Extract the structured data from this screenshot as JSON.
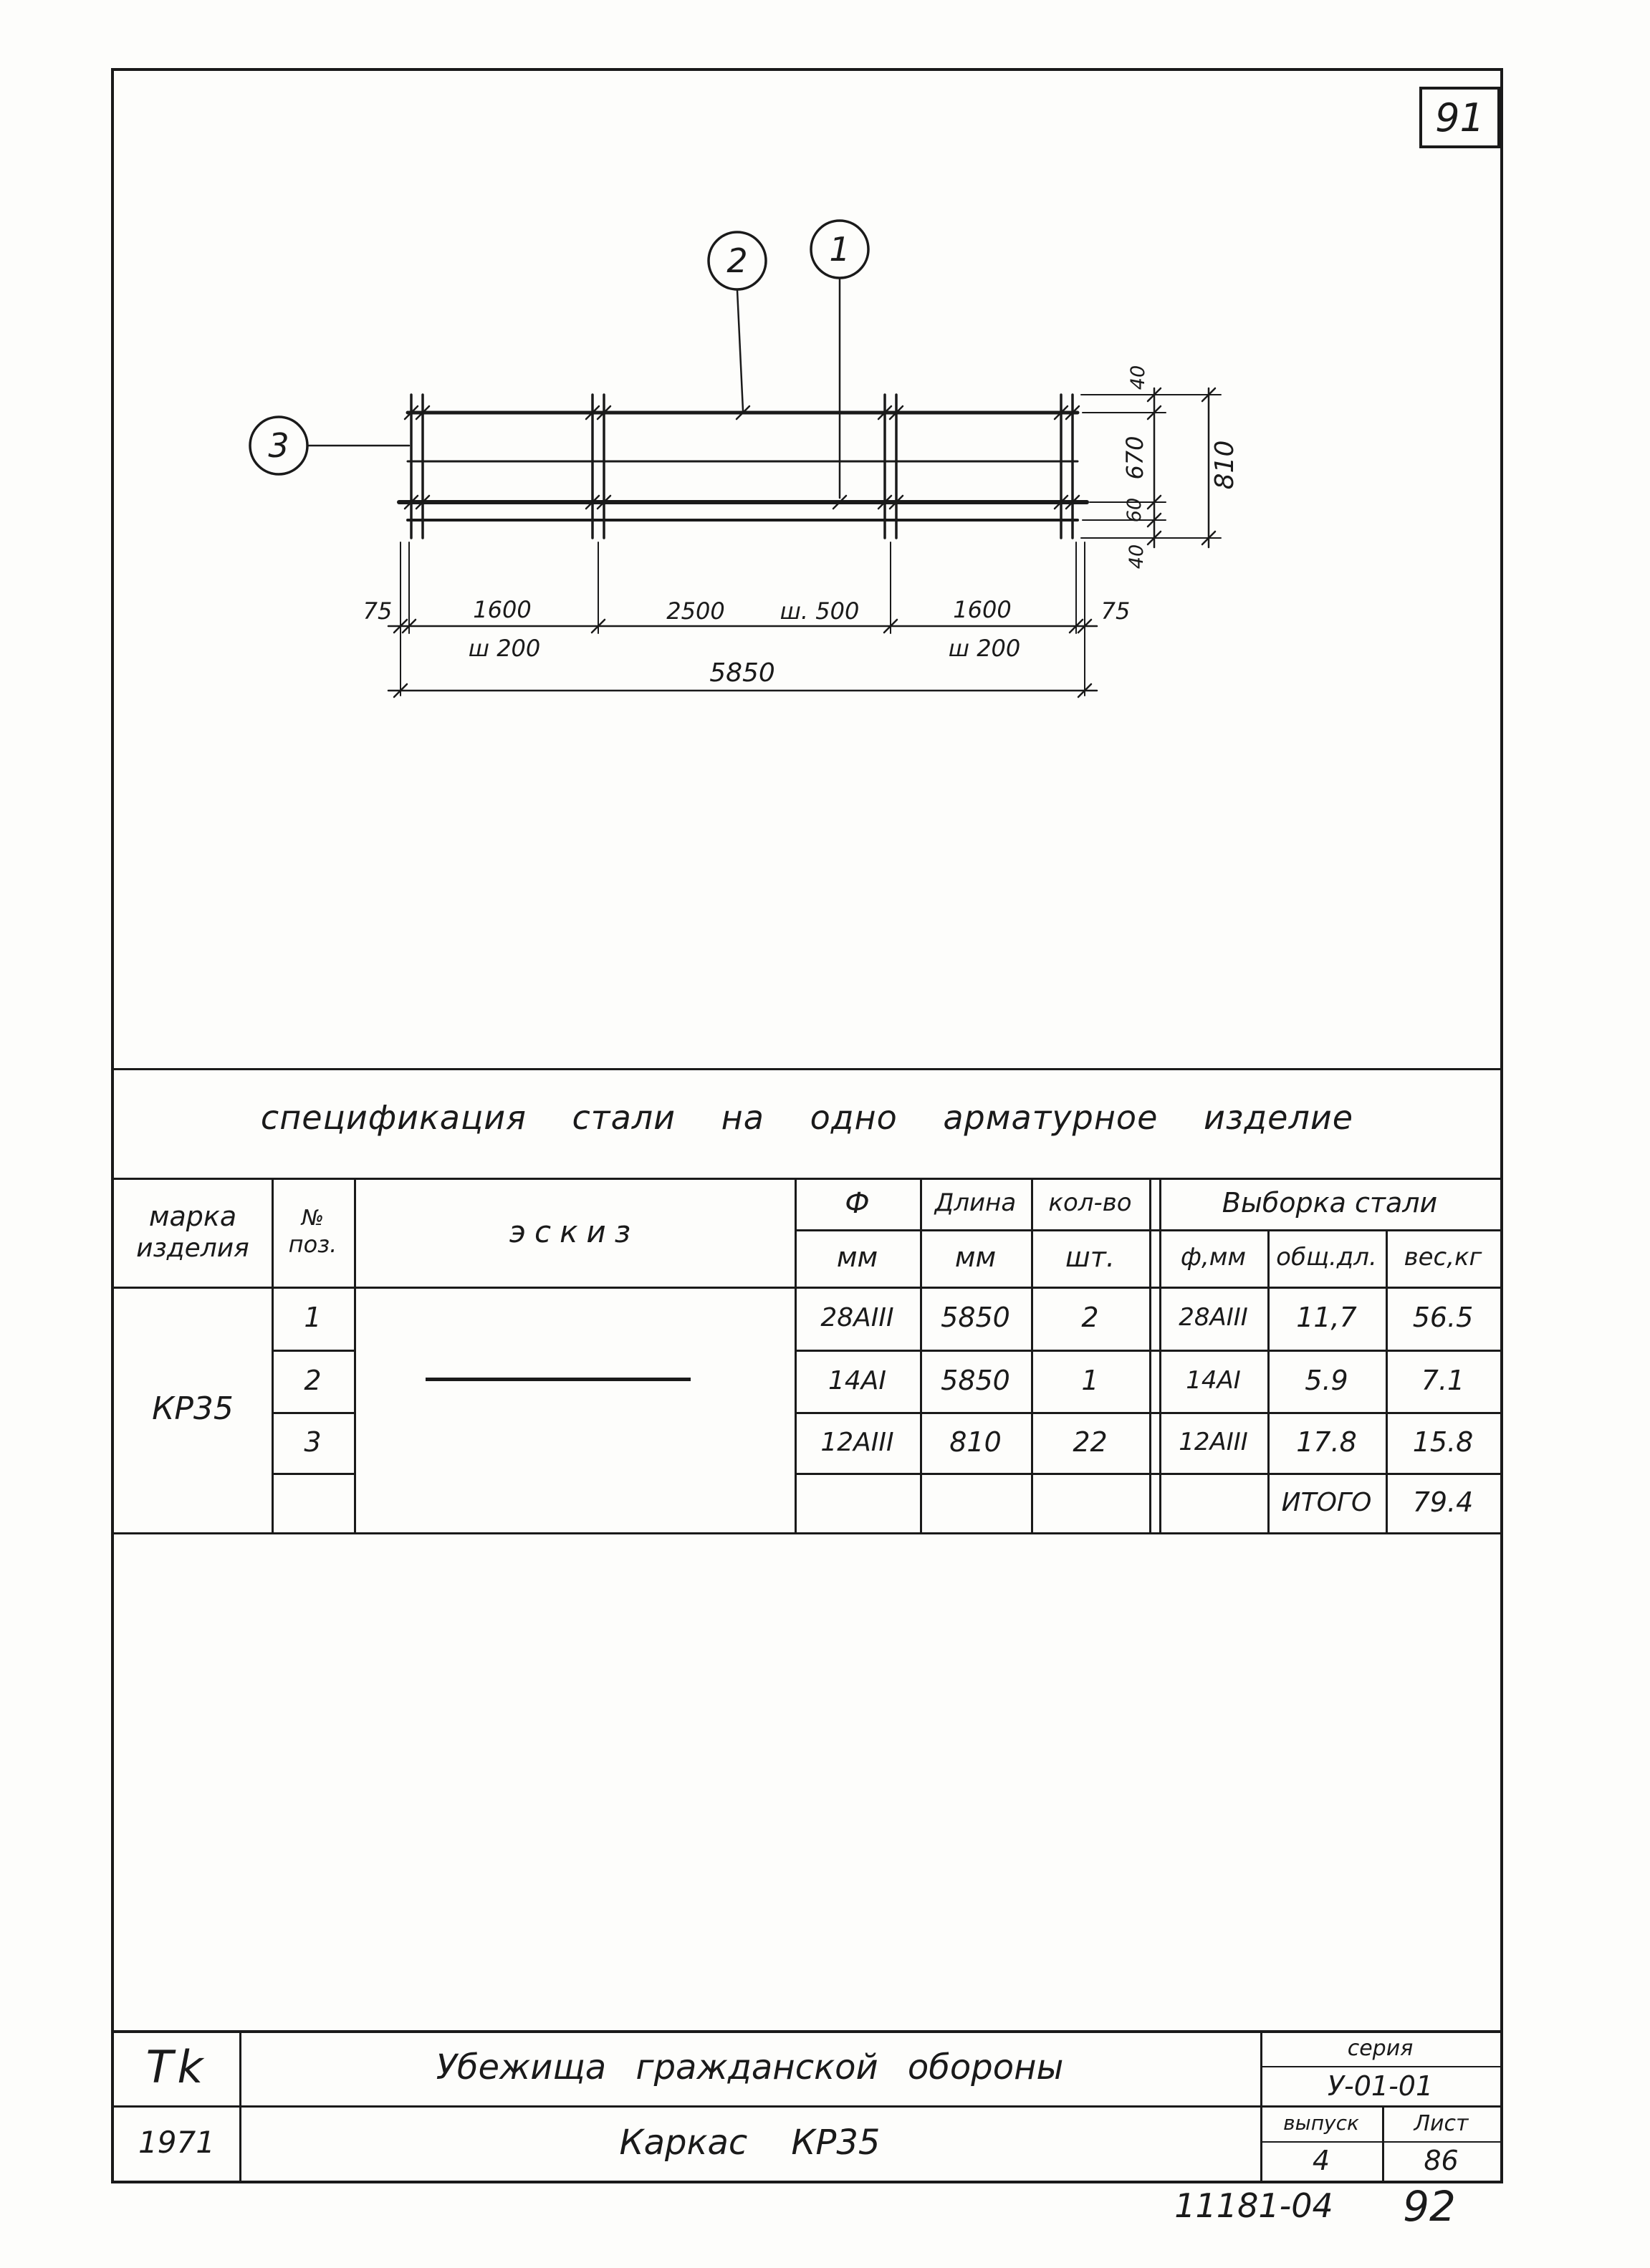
{
  "sheet": {
    "page_number": "91",
    "footer_doc_code": "11181-04",
    "footer_page_number": "92"
  },
  "drawing": {
    "callouts": {
      "c1": "1",
      "c2": "2",
      "c3": "3"
    },
    "dims_right": {
      "top_cover": "40",
      "main": "670",
      "gap": "60",
      "bottom_cover": "40",
      "overall": "810"
    },
    "dims_bottom": {
      "left_margin": "75",
      "span_left": "1600",
      "span_mid": "2500",
      "step_mid": "ш. 500",
      "span_right": "1600",
      "right_margin": "75",
      "step_left": "ш 200",
      "step_right": "ш 200",
      "overall": "5850"
    }
  },
  "spec": {
    "title": "спецификация стали на одно арматурное изделие",
    "headers": {
      "marka_1": "марка",
      "marka_2": "изделия",
      "pos_1": "№",
      "pos_2": "поз.",
      "eskiz": "эскиз",
      "dia": "Ф",
      "dia_unit": "мм",
      "len": "Длина",
      "len_unit": "мм",
      "qty": "кол-во",
      "qty_unit": "шт.",
      "vyborka": "Выборка стали",
      "v_dia": "ф,мм",
      "v_len": "общ.дл.",
      "v_weight": "вес,кг"
    },
    "marka": "КР35",
    "rows": [
      {
        "pos": "1",
        "dia": "28АIII",
        "len": "5850",
        "qty": "2",
        "v_dia": "28АIII",
        "v_len": "11,7",
        "v_weight": "56.5"
      },
      {
        "pos": "2",
        "dia": "14АI",
        "len": "5850",
        "qty": "1",
        "v_dia": "14АI",
        "v_len": "5.9",
        "v_weight": "7.1"
      },
      {
        "pos": "3",
        "dia": "12АIII",
        "len": "810",
        "qty": "22",
        "v_dia": "12АIII",
        "v_len": "17.8",
        "v_weight": "15.8"
      }
    ],
    "total_label": "ИТОГО",
    "total_value": "79.4"
  },
  "title_block": {
    "org": "Тk",
    "year": "1971",
    "project": "Убежища гражданской обороны",
    "item": "Каркас    КР35",
    "series_label": "серия",
    "series_value": "У-01-01",
    "issue_label": "выпуск",
    "issue_value": "4",
    "sheet_label": "Лист",
    "sheet_value": "86"
  }
}
